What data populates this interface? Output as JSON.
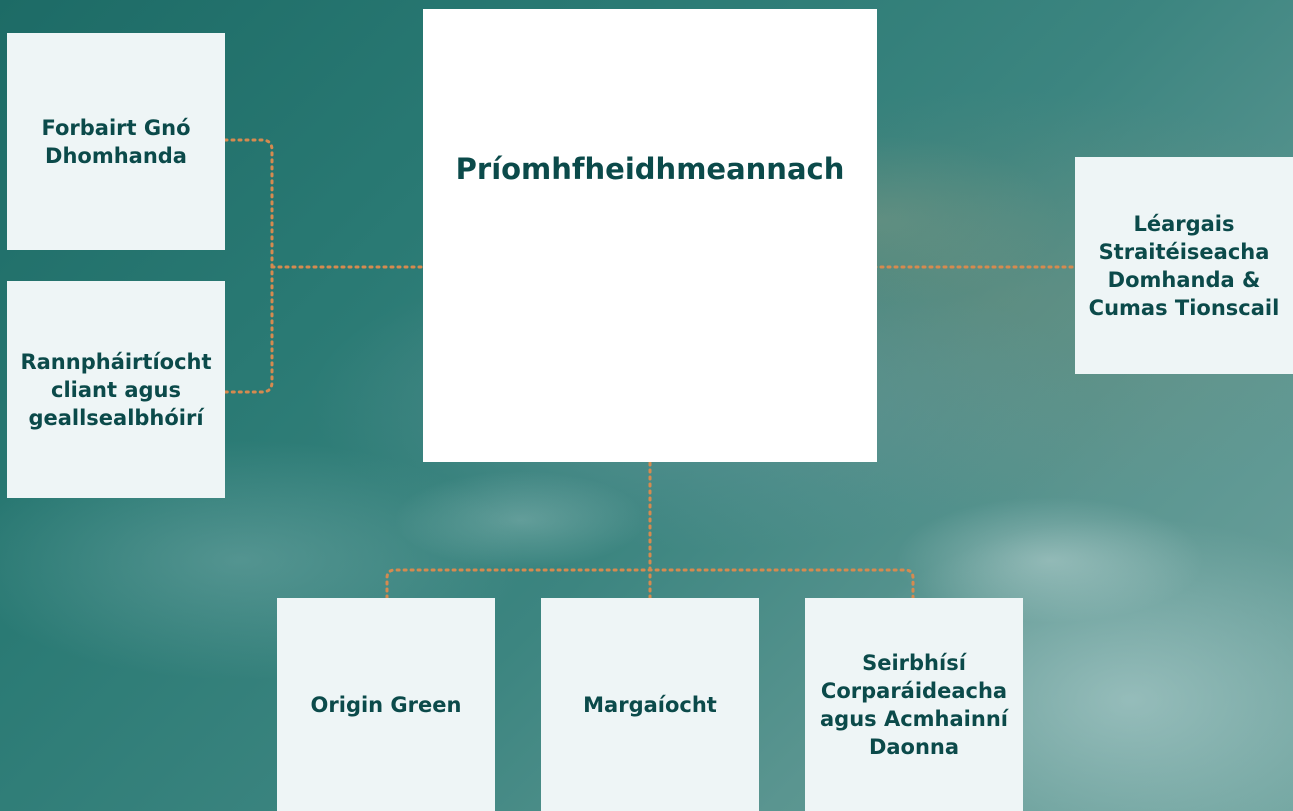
{
  "diagram": {
    "center": {
      "label": "Príomhfheidhmeannach"
    },
    "left": [
      {
        "label": "Forbairt Gnó\nDhomhanda"
      },
      {
        "label": "Rannpháirtíocht\ncliant agus\ngeallsealbhóirí"
      }
    ],
    "right": [
      {
        "label": "Léargais\nStraitéiseacha\nDomhanda &\nCumas Tionscail"
      }
    ],
    "bottom": [
      {
        "label": "Origin Green"
      },
      {
        "label": "Margaíocht"
      },
      {
        "label": "Seirbhísí\nCorparáideacha\nagus Acmhainní\nDaonna"
      }
    ]
  },
  "colors": {
    "connector": "#d68a4f",
    "box_fill": "#eef5f6",
    "text": "#0b4a4a"
  }
}
